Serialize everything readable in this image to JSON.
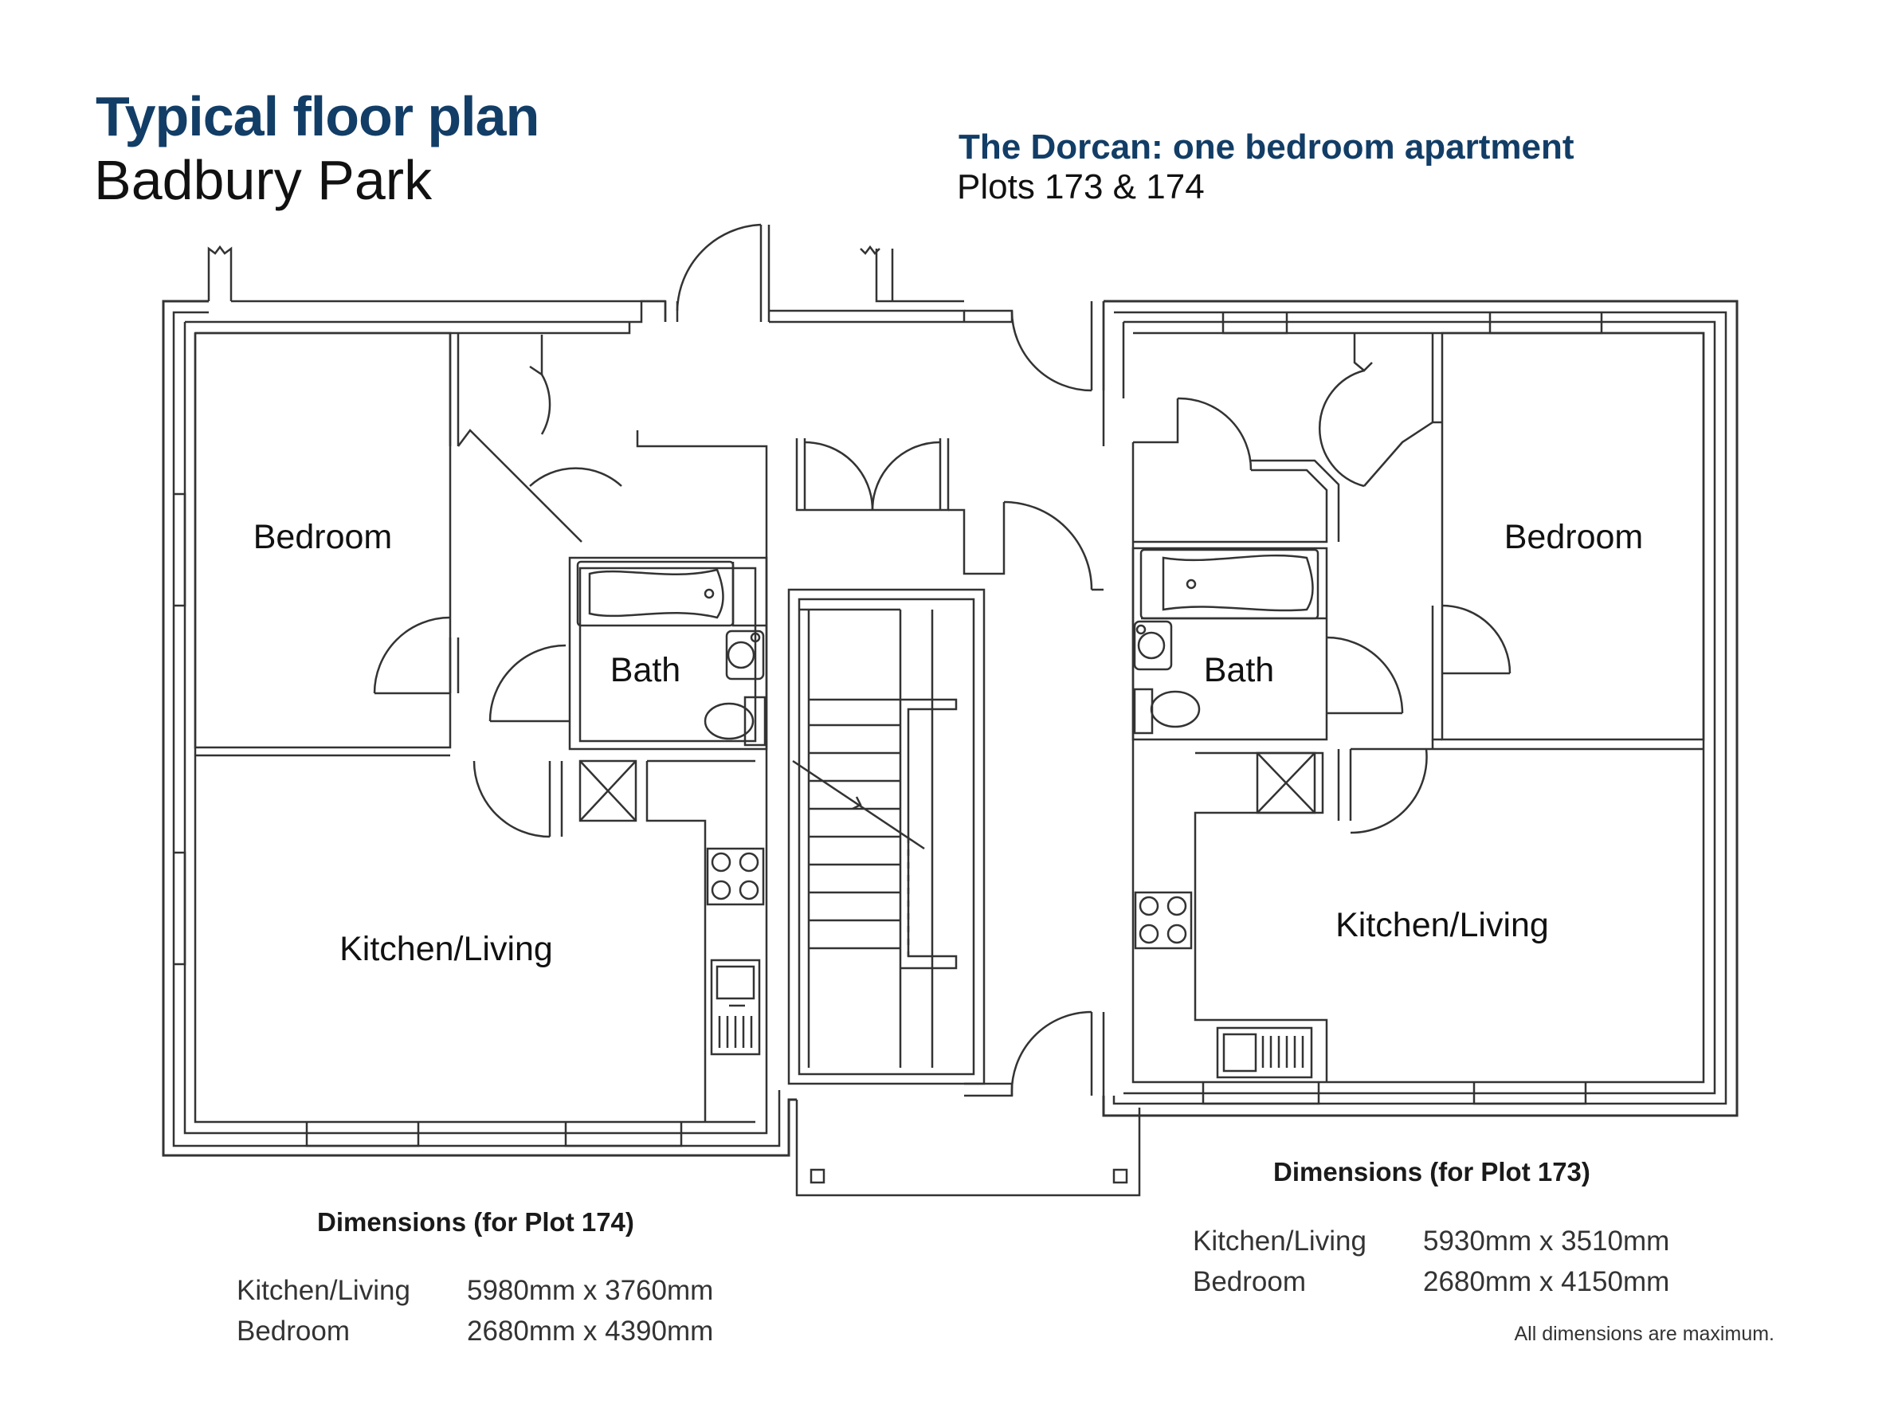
{
  "header": {
    "title": "Typical floor plan",
    "subtitle": "Badbury Park",
    "apartment_title": "The Dorcan: one bedroom apartment",
    "plots": "Plots 173 & 174"
  },
  "rooms": {
    "left_bedroom": "Bedroom",
    "left_bath": "Bath",
    "left_kitchen": "Kitchen/Living",
    "right_bedroom": "Bedroom",
    "right_bath": "Bath",
    "right_kitchen": "Kitchen/Living"
  },
  "dims_174": {
    "heading": "Dimensions (for Plot 174)",
    "rows": [
      {
        "room": "Kitchen/Living",
        "size": "5980mm x 3760mm"
      },
      {
        "room": "Bedroom",
        "size": "2680mm x 4390mm"
      }
    ]
  },
  "dims_173": {
    "heading": "Dimensions (for Plot 173)",
    "rows": [
      {
        "room": "Kitchen/Living",
        "size": "5930mm x 3510mm"
      },
      {
        "room": "Bedroom",
        "size": "2680mm x 4150mm"
      }
    ]
  },
  "note": "All dimensions are maximum.",
  "colors": {
    "brand": "#123d66",
    "lines": "#333333"
  }
}
